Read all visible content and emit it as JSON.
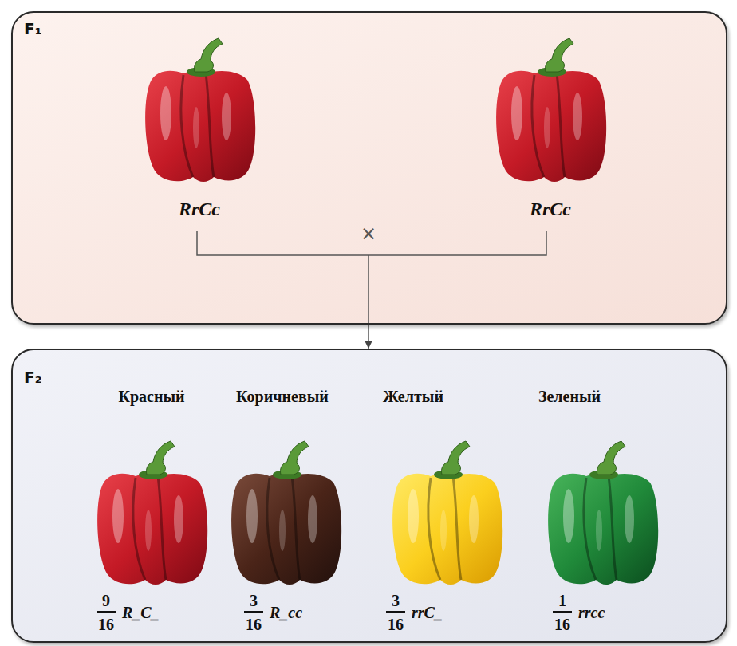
{
  "diagram": {
    "nodes": [
      {
        "text": [
          "F₁"
        ]
      },
      {
        "text": [
          "F₂"
        ]
      }
    ],
    "edges": [
      {
        "from": 0,
        "to": 1,
        "arrow": "to"
      }
    ],
    "labels": [
      "RrCc",
      "×",
      "RrCc",
      "Красный",
      "Коричневый",
      "Желтый",
      "Зеленый",
      "9",
      "16",
      "R_C_",
      "3",
      "16",
      "R_cc",
      "3",
      "16",
      "rrC_",
      "1",
      "16",
      "rrcc"
    ]
  }
}
